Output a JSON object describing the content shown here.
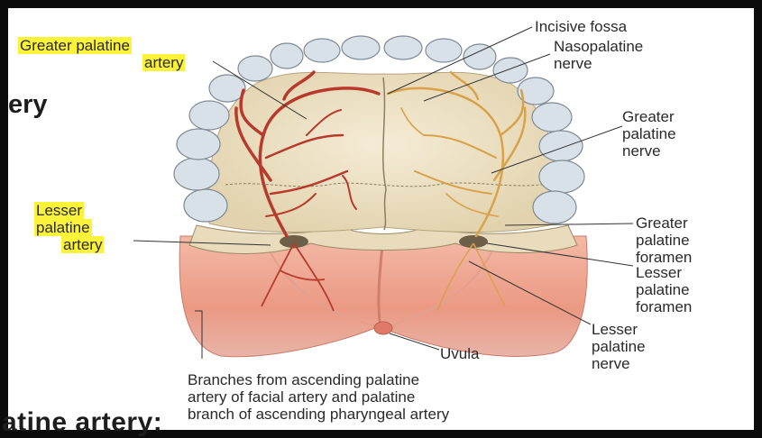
{
  "diagram": {
    "labels": {
      "greater_palatine_artery": [
        "Greater palatine",
        "artery"
      ],
      "lesser_palatine_artery": [
        "Lesser",
        "palatine",
        "artery"
      ],
      "incisive_fossa": "Incisive fossa",
      "nasopalatine_nerve": [
        "Nasopalatine",
        "nerve"
      ],
      "greater_palatine_nerve": [
        "Greater",
        "palatine",
        "nerve"
      ],
      "greater_palatine_foramen": [
        "Greater",
        "palatine",
        "foramen"
      ],
      "lesser_palatine_foramen": [
        "Lesser",
        "palatine",
        "foramen"
      ],
      "lesser_palatine_nerve": [
        "Lesser",
        "palatine",
        "nerve"
      ],
      "uvula": "Uvula",
      "branches_note": [
        "Branches from ascending palatine",
        "artery of facial artery and palatine",
        "branch of ascending pharyngeal artery"
      ]
    },
    "background_text": {
      "heading_fragment": "ery",
      "bottom_fragment": "atine artery:"
    },
    "colors": {
      "highlight": "#fbf23a",
      "artery": "#b83a2c",
      "nerve": "#d9a24a",
      "bone": "#efe3c6",
      "soft_palate": "#eea08e",
      "tooth": "#dbe3ea"
    }
  }
}
